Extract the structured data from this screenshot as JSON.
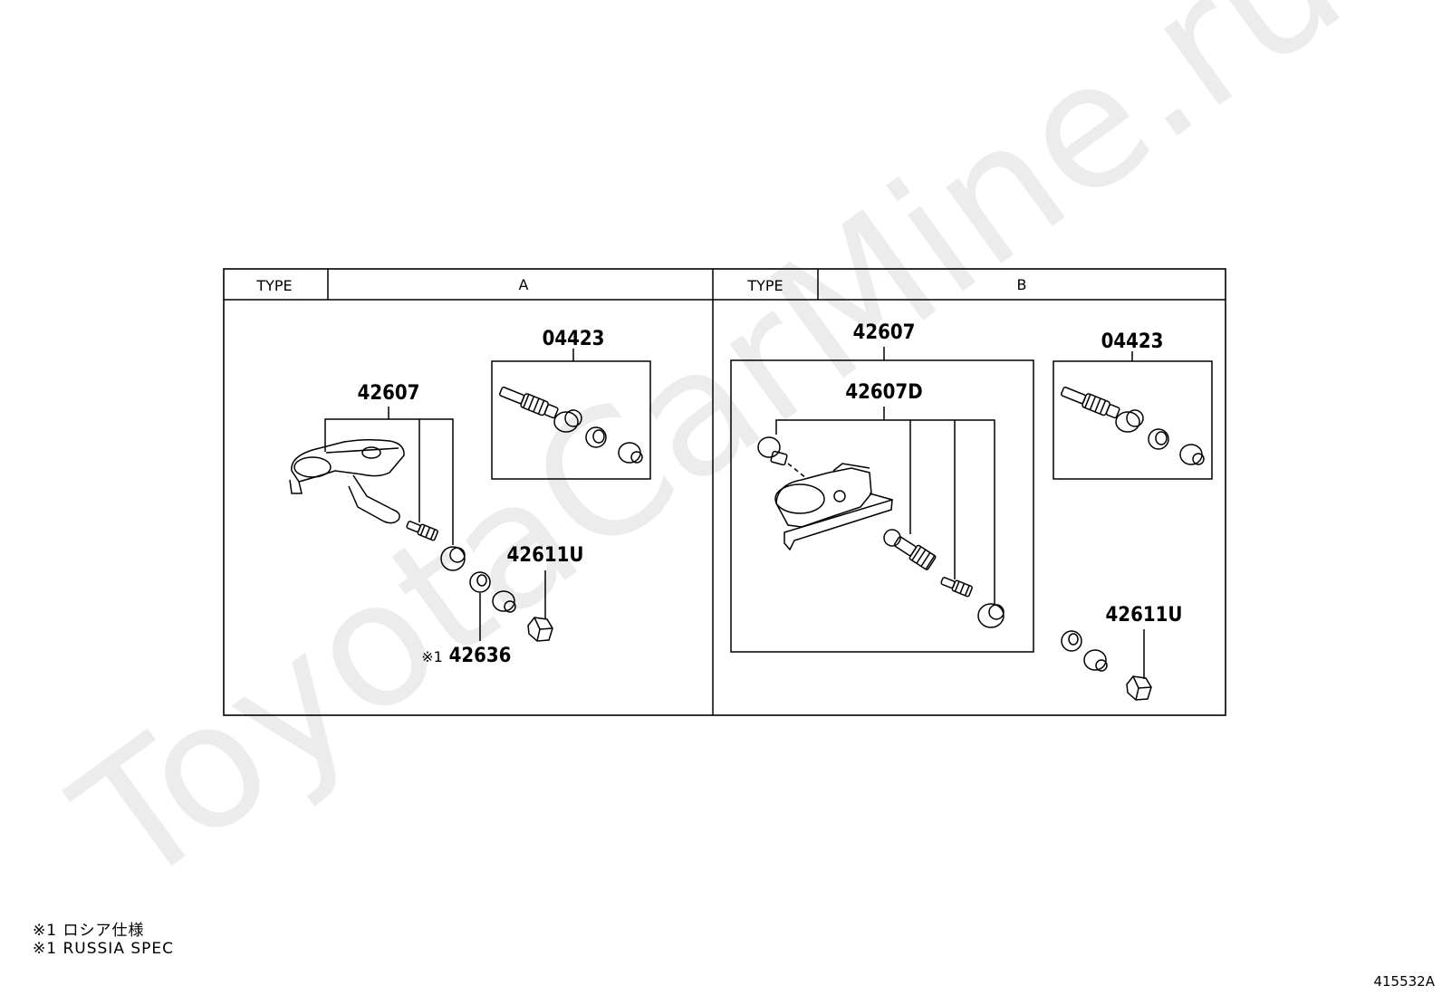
{
  "watermark": "ToyotaCarMine.ru",
  "panels": [
    {
      "type_label": "TYPE",
      "type_value": "A",
      "parts": [
        {
          "id": "a-04423",
          "label": "04423"
        },
        {
          "id": "a-42607",
          "label": "42607"
        },
        {
          "id": "a-42611u",
          "label": "42611U"
        },
        {
          "id": "a-42636",
          "label": "42636",
          "prefix": "※1"
        }
      ]
    },
    {
      "type_label": "TYPE",
      "type_value": "B",
      "parts": [
        {
          "id": "b-42607",
          "label": "42607"
        },
        {
          "id": "b-42607d",
          "label": "42607D"
        },
        {
          "id": "b-04423",
          "label": "04423"
        },
        {
          "id": "b-42611u",
          "label": "42611U"
        }
      ]
    }
  ],
  "notes": [
    "※1 ロシア仕様",
    "※1 RUSSIA SPEC"
  ],
  "figure_number": "415532A",
  "colors": {
    "line": "#000000",
    "watermark": "#ececec",
    "background": "#ffffff"
  }
}
